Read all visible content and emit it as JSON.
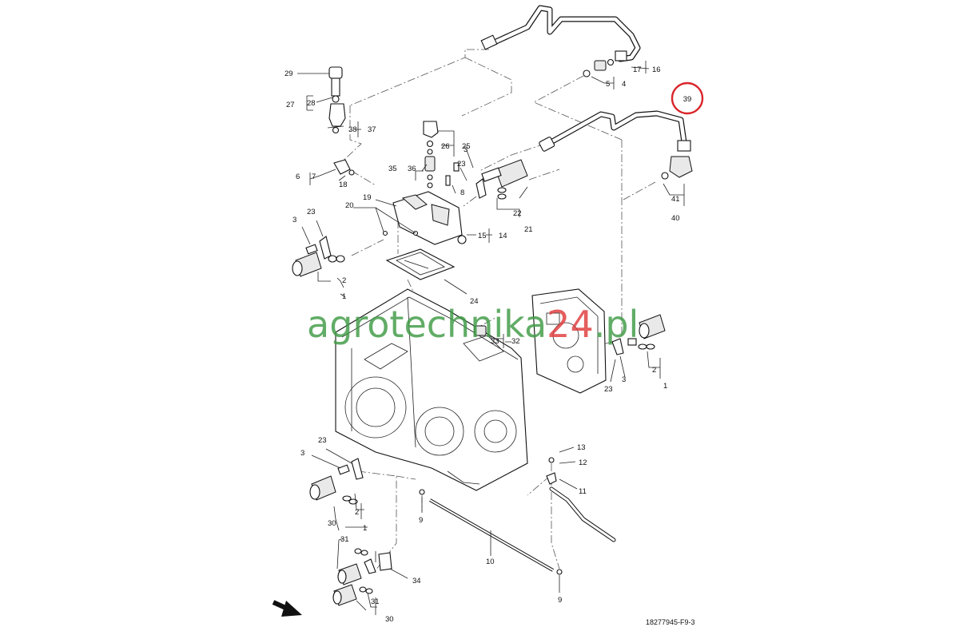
{
  "diagram": {
    "reference_code": "18277945-F9-3",
    "highlight": {
      "label": "39",
      "color": "#d9252a"
    },
    "watermark": {
      "part1": "agrotechnika",
      "part2": "24",
      "part3": ".pl",
      "color_main": "#3f9b45",
      "color_accent": "#e03b3b"
    },
    "callouts": [
      "29",
      "27",
      "28",
      "38",
      "37",
      "26",
      "25",
      "3",
      "23",
      "35",
      "36",
      "8",
      "6",
      "7",
      "18",
      "19",
      "20",
      "22",
      "21",
      "15",
      "14",
      "23",
      "3",
      "2",
      "1",
      "24",
      "33",
      "32",
      "17",
      "16",
      "5",
      "4",
      "41",
      "40",
      "3",
      "2",
      "23",
      "1",
      "23",
      "3",
      "2",
      "30",
      "1",
      "31",
      "34",
      "31",
      "30",
      "13",
      "12",
      "11",
      "9",
      "10",
      "9"
    ]
  }
}
